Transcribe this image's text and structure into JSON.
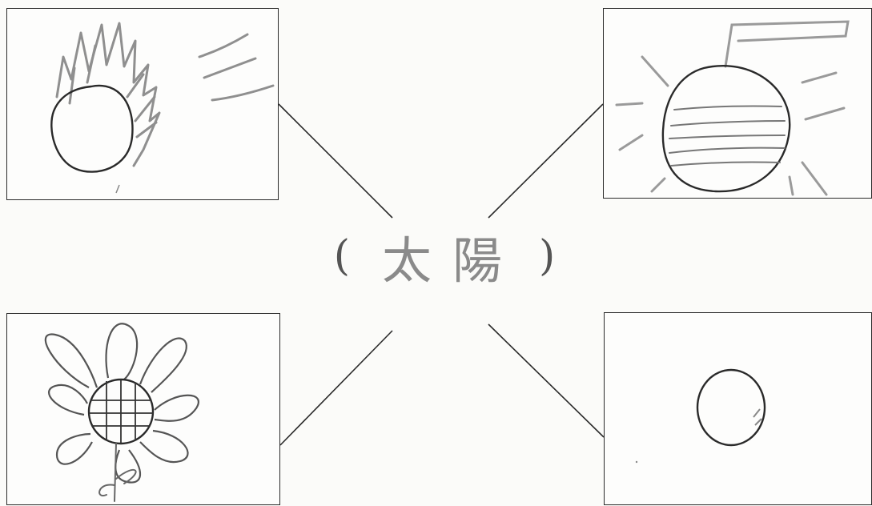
{
  "center": {
    "open_paren": "(",
    "label": "太陽",
    "close_paren": ")"
  },
  "panels": {
    "top_left": "sun-with-flames-drawing",
    "top_right": "striped-sun-with-rays-drawing",
    "bottom_left": "flower-drawing",
    "bottom_right": "plain-circle-drawing"
  },
  "colors": {
    "ink": "#2a2a2a",
    "pencil": "#9a9a9a",
    "paper": "#fbfbf9"
  }
}
